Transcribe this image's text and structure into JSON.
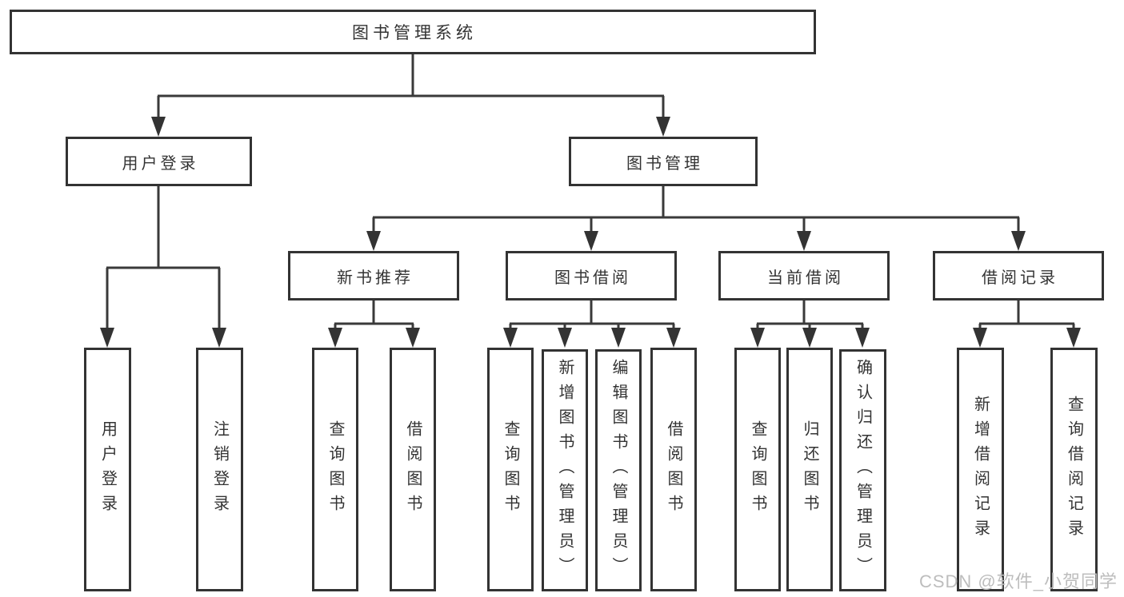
{
  "diagram": {
    "root": {
      "label": "图书管理系统",
      "children": [
        {
          "label": "用户登录",
          "children": [
            {
              "label": "用户登录"
            },
            {
              "label": "注销登录"
            }
          ]
        },
        {
          "label": "图书管理",
          "children": [
            {
              "label": "新书推荐",
              "children": [
                {
                  "label": "查询图书"
                },
                {
                  "label": "借阅图书"
                }
              ]
            },
            {
              "label": "图书借阅",
              "children": [
                {
                  "label": "查询图书"
                },
                {
                  "label": "新增图书（管理员）"
                },
                {
                  "label": "编辑图书（管理员）"
                },
                {
                  "label": "借阅图书"
                }
              ]
            },
            {
              "label": "当前借阅",
              "children": [
                {
                  "label": "查询图书"
                },
                {
                  "label": "归还图书"
                },
                {
                  "label": "确认归还（管理员）"
                }
              ]
            },
            {
              "label": "借阅记录",
              "children": [
                {
                  "label": "新增借阅记录"
                },
                {
                  "label": "查询借阅记录"
                }
              ]
            }
          ]
        }
      ]
    },
    "colors": {
      "line": "#3a3a3a",
      "border": "#333333",
      "text": "#333333",
      "watermark": "#bdbdbd"
    }
  },
  "watermark": {
    "text": "CSDN @软件_小贺同学"
  }
}
